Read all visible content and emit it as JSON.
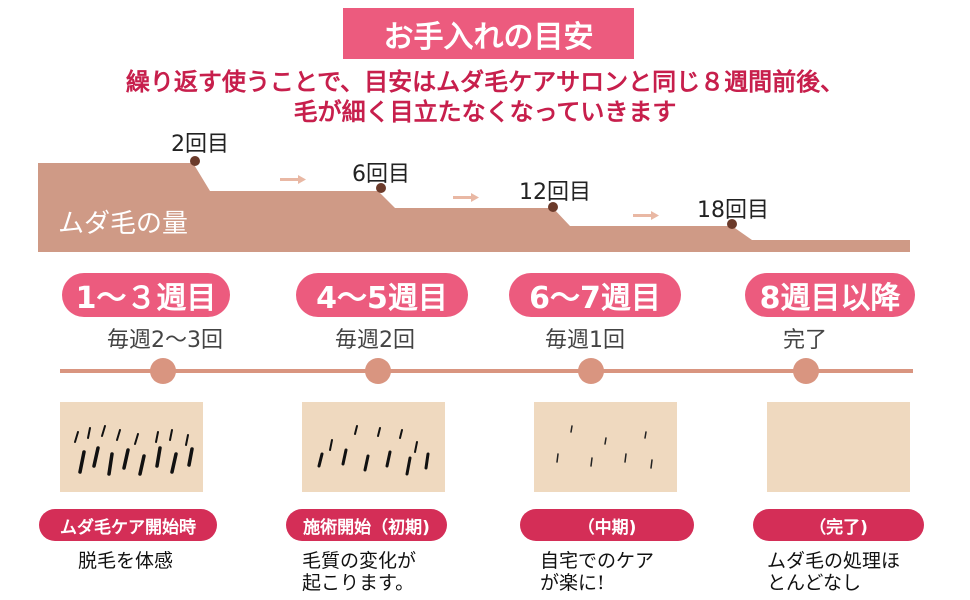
{
  "title": "お手入れの目安",
  "subtitle": {
    "line1": "繰り返す使うことで、目安はムダ毛ケアサロンと同じ８週間前後、",
    "line2": "毛が細く目立たなくなっていきます"
  },
  "hair_amount": {
    "label": "ムダ毛の量",
    "marks": [
      "2回目",
      "6回目",
      "12回目",
      "18回目"
    ]
  },
  "stages": [
    {
      "week": "1〜３週目",
      "freq": "毎週2〜3回",
      "phase": "ムダ毛ケア開始時",
      "desc": [
        "脱毛を体感"
      ]
    },
    {
      "week": "4〜5週目",
      "freq": "毎週2回",
      "phase": "施術開始（初期)",
      "desc": [
        "毛質の変化が",
        "起こります。"
      ]
    },
    {
      "week": "6〜7週目",
      "freq": "毎週1回",
      "phase": "（中期)",
      "desc": [
        "自宅でのケア",
        "が楽に!"
      ]
    },
    {
      "week": "8週目以降",
      "freq": "完了",
      "phase": "（完了)",
      "desc": [
        "ムダ毛の処理ほ",
        "とんどなし"
      ]
    }
  ],
  "colors": {
    "accent": "#ec5b7e",
    "subtitle": "#c71f4c",
    "terrain": "#cf9a86",
    "timeline": "#d99580",
    "skin": "#efd9bf",
    "phase_badge": "#d42e57"
  }
}
